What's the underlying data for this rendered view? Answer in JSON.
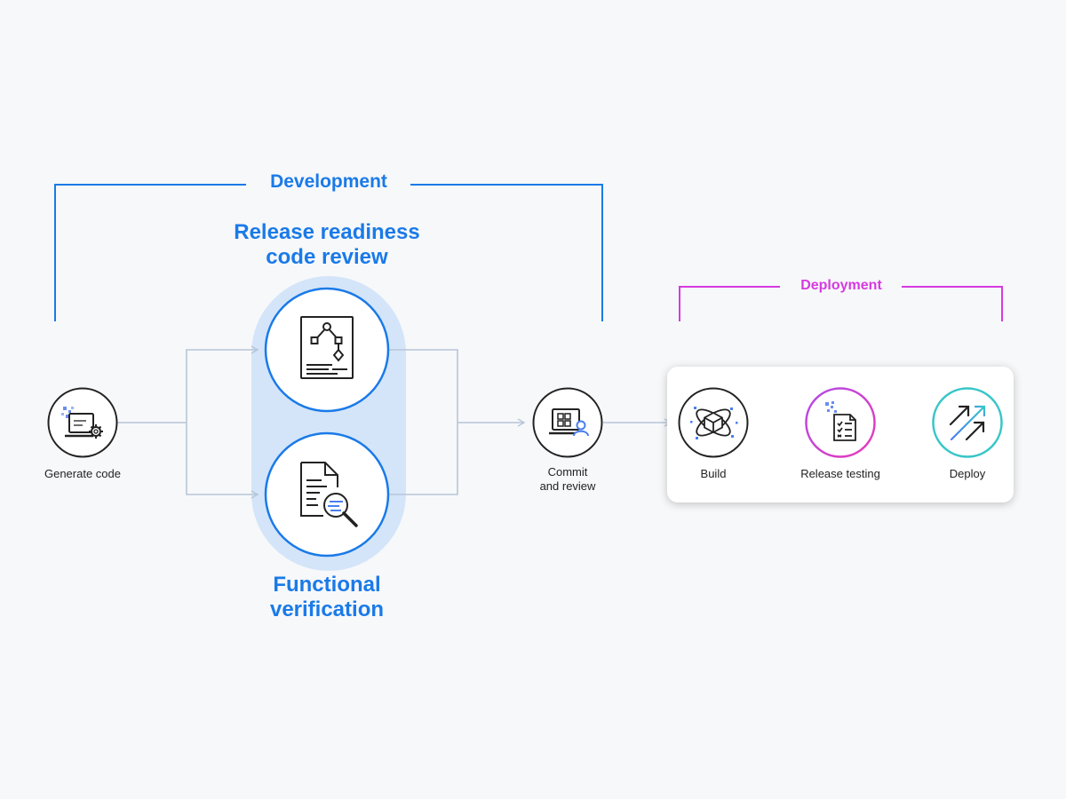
{
  "development": {
    "title": "Development"
  },
  "deployment": {
    "title": "Deployment"
  },
  "review_group": {
    "top_label": [
      "Release readiness",
      "code review"
    ],
    "bottom_label": [
      "Functional",
      "verification"
    ]
  },
  "nodes": {
    "generate": {
      "label": "Generate code",
      "icon": "laptop-gear-icon"
    },
    "commit": {
      "label": [
        "Commit",
        "and review"
      ],
      "icon": "laptop-user-icon"
    },
    "build": {
      "label": "Build",
      "icon": "cube-orbit-icon"
    },
    "release_testing": {
      "label": "Release testing",
      "icon": "checklist-document-icon"
    },
    "deploy": {
      "label": "Deploy",
      "icon": "double-arrow-icon"
    },
    "code_review": {
      "icon": "flowchart-document-icon"
    },
    "functional": {
      "icon": "document-magnifier-icon"
    }
  },
  "colors": {
    "blue": "#1a7ae8",
    "pink": "#d63ae0",
    "connector": "#b7c6d8",
    "pill": "#d4e5f9"
  }
}
